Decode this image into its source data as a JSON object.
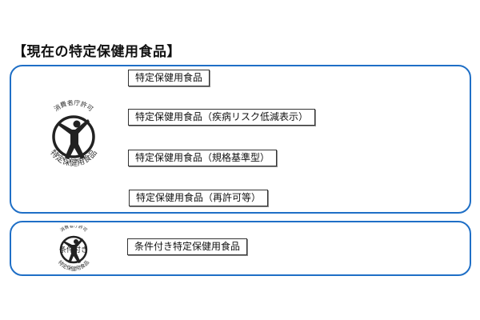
{
  "title": "【現在の特定保健用食品】",
  "current": {
    "logo": {
      "top_text": "消費者庁許可",
      "bottom_text": "特定保健用食品"
    },
    "items": [
      "特定保健用食品",
      "特定保健用食品（疾病リスク低減表示）",
      "特定保健用食品（規格基準型）",
      "特定保健用食品（再許可等）"
    ]
  },
  "conditional": {
    "logo": {
      "top_text": "消費者庁許可",
      "middle_text": "条件付き",
      "bottom_text": "特定保健用食品"
    },
    "item": "条件付き特定保健用食品"
  },
  "colors": {
    "panel_border": "#1f6fc6"
  }
}
